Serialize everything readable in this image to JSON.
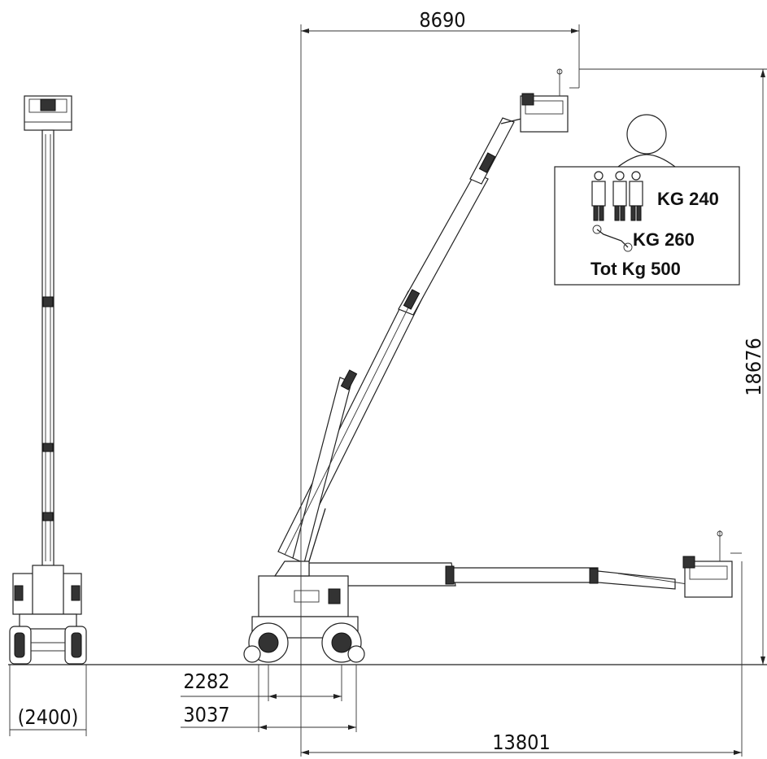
{
  "dimensions": {
    "outreach": "8690",
    "height": "18676",
    "wheelbase": "2282",
    "chassis_length": "3037",
    "width": "(2400)",
    "total_length": "13801"
  },
  "load_plate": {
    "persons_capacity": "KG 240",
    "tools_capacity": "KG 260",
    "total": "Tot Kg 500"
  }
}
